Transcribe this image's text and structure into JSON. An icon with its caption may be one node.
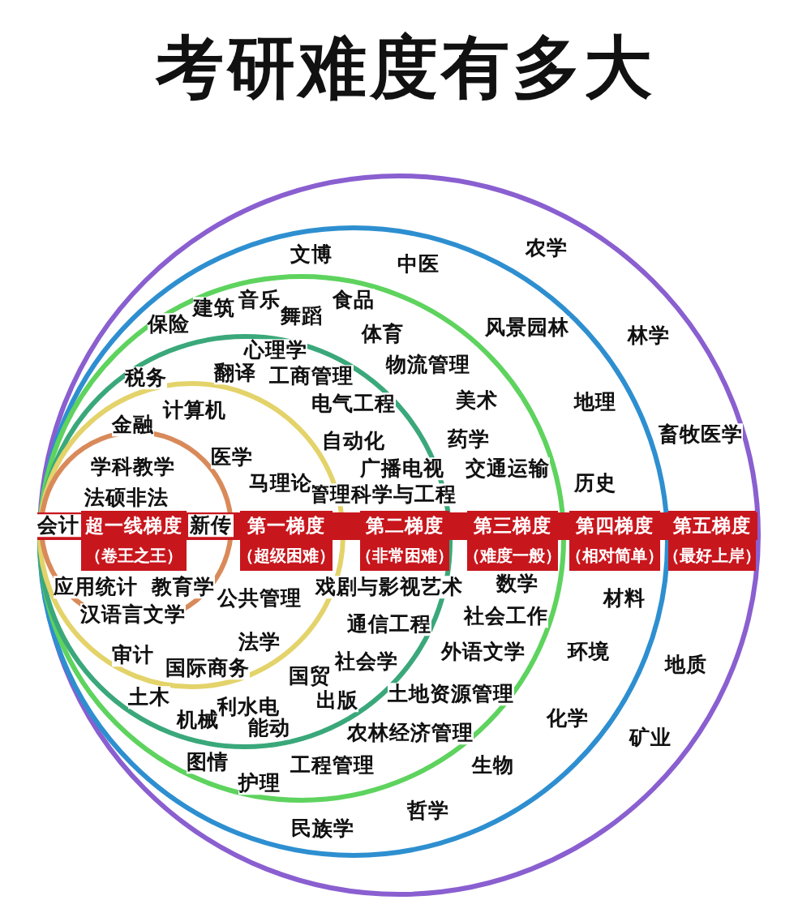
{
  "diagram": {
    "title": "考研难度有多大",
    "nodes": [
      {
        "text": [
          "农学",
          "林学",
          "畜牧医学",
          "地质",
          "矿业"
        ]
      },
      {
        "text": [
          "第五梯度",
          "（最好上岸）"
        ],
        "in": 0
      },
      {
        "text": [
          "文博",
          "中医",
          "风景园林",
          "地理",
          "历史",
          "材料",
          "环境",
          "化学",
          "生物",
          "哲学",
          "民族学"
        ],
        "in": 0
      },
      {
        "text": [
          "第四梯度",
          "（相对简单）"
        ],
        "in": 2
      },
      {
        "text": [
          "音乐",
          "建筑",
          "舞蹈",
          "食品",
          "保险",
          "体育",
          "物流管理",
          "美术",
          "药学",
          "交通运输",
          "数学",
          "社会工作",
          "外语文学",
          "土地资源管理",
          "农林经济管理",
          "图情",
          "工程管理",
          "护理"
        ],
        "in": 2
      },
      {
        "text": [
          "第三梯度",
          "（难度一般）"
        ],
        "in": 4
      },
      {
        "text": [
          "心理学",
          "税务",
          "翻译",
          "工商管理",
          "电气工程",
          "自动化",
          "广播电视",
          "管理科学与工程",
          "戏剧与影视艺术",
          "通信工程",
          "社会学",
          "国贸",
          "土木",
          "利水电",
          "出版",
          "机械",
          "能动"
        ],
        "in": 4
      },
      {
        "text": [
          "第二梯度",
          "（非常困难）"
        ],
        "in": 6
      },
      {
        "text": [
          "计算机",
          "金融",
          "医学",
          "马理论",
          "公共管理",
          "法学",
          "审计",
          "国际商务"
        ],
        "in": 6
      },
      {
        "text": [
          "第一梯度",
          "（超级困难）"
        ],
        "in": 8
      },
      {
        "text": [
          "学科教学",
          "法硕非法",
          "会计",
          "新传",
          "应用统计",
          "教育学",
          "汉语言文学"
        ],
        "in": 8
      },
      {
        "text": [
          "超一线梯度",
          "（卷王之王）"
        ],
        "in": 10
      }
    ]
  }
}
